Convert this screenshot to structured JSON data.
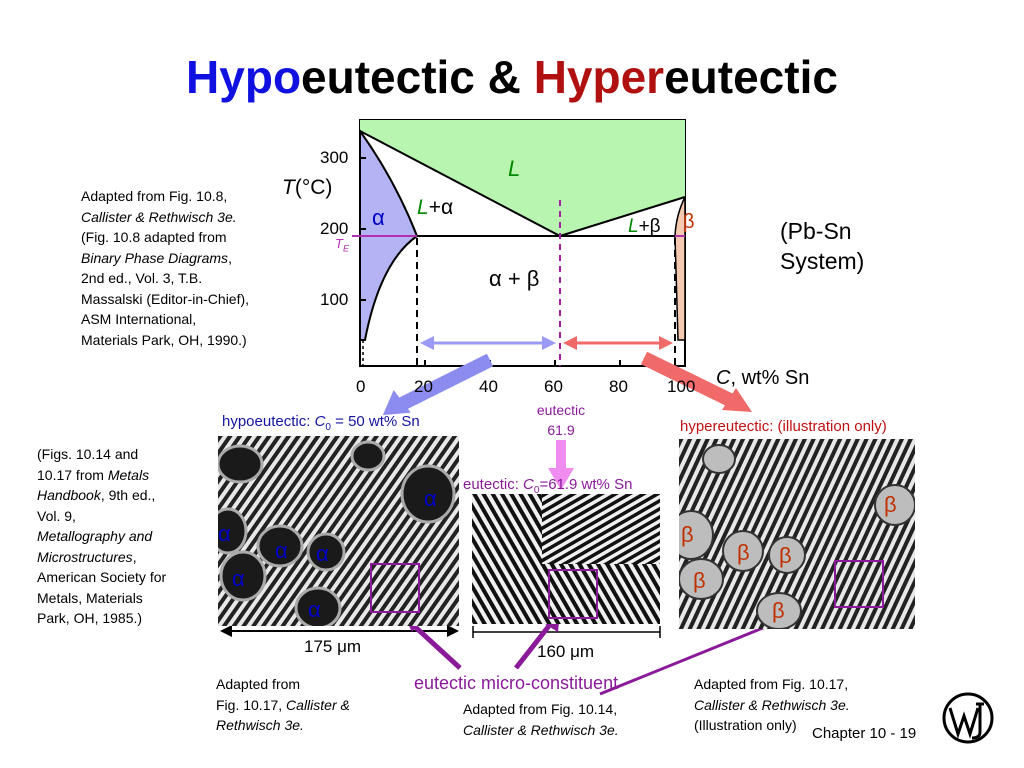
{
  "title": {
    "part1": "Hypo",
    "part2": "eutectic & ",
    "part3": "Hyper",
    "part4": "eutectic"
  },
  "credits": {
    "phase_diagram": [
      "Adapted from Fig. 10.8,",
      "Callister & Rethwisch 3e.",
      "(Fig. 10.8 adapted from",
      "Binary Phase Diagrams",
      ", ",
      "2nd ed., Vol. 3, T.B.",
      "Massalski (Editor-in-Chief),",
      "ASM International,",
      "Materials Park, OH, 1990.)"
    ],
    "metals_handbook": [
      "(Figs. 10.14 and",
      "10.17 from ",
      "Metals",
      "Handbook",
      ", 9th ed.,",
      "Vol. 9,",
      "Metallography and",
      "Microstructures",
      ",",
      "American Society for",
      "Metals, Materials",
      "Park, OH, 1985.)"
    ],
    "left_micro": [
      "Adapted from",
      "Fig. 10.17, ",
      "Callister &",
      "Rethwisch 3e."
    ],
    "center_micro": [
      "Adapted from Fig. 10.14,",
      "Callister & Rethwisch 3e."
    ],
    "right_micro": [
      "Adapted from  Fig. 10.17,",
      "Callister & Rethwisch 3e.",
      "(Illustration only)"
    ]
  },
  "system_label": [
    "(Pb-Sn",
    "System)"
  ],
  "axis": {
    "y_label_italic": "T",
    "y_label_rest": "(°C)",
    "y_ticks": [
      "300",
      "200",
      "100"
    ],
    "x_ticks": [
      "0",
      "20",
      "40",
      "60",
      "80",
      "100"
    ],
    "x_label_italic": "C",
    "x_label_rest": ", wt% Sn",
    "te_label": "T",
    "te_sub": "E"
  },
  "regions": {
    "liquid": "L",
    "alpha": "α",
    "l_plus_alpha_l": "L",
    "l_plus_alpha_rest": "+α",
    "l_plus_beta_l": "L",
    "l_plus_beta_rest": "+β",
    "beta": "β",
    "alpha_plus_beta": "α + β"
  },
  "labels": {
    "hypo_a": "hypoeutectic:  ",
    "hypo_c": "C",
    "hypo_sub": "0",
    "hypo_b": " = 50 wt% Sn",
    "eutectic_comp": [
      "eutectic",
      "61.9"
    ],
    "eu_a": "eutectic:  ",
    "eu_c": "C",
    "eu_sub": "0",
    "eu_b": "=61.9 wt% Sn",
    "hyper": "hypereutectic: (illustration only)",
    "constituent": "eutectic micro-constituent"
  },
  "scales": {
    "left": "175 μm",
    "center": "160 μm"
  },
  "micro_labels": {
    "alpha": "α",
    "beta": "β"
  },
  "footer": {
    "chapter": "Chapter 10 -  19"
  },
  "colors": {
    "liquid": "#b8f5b0",
    "alpha_region": "#b4b4f5",
    "beta_region": "#f5c8b0",
    "hypo_arrow": "#8c8cf0",
    "hyper_arrow": "#f06a6a",
    "eutectic_arrow": "#f08cf0",
    "purple": "#8a1a9a"
  }
}
